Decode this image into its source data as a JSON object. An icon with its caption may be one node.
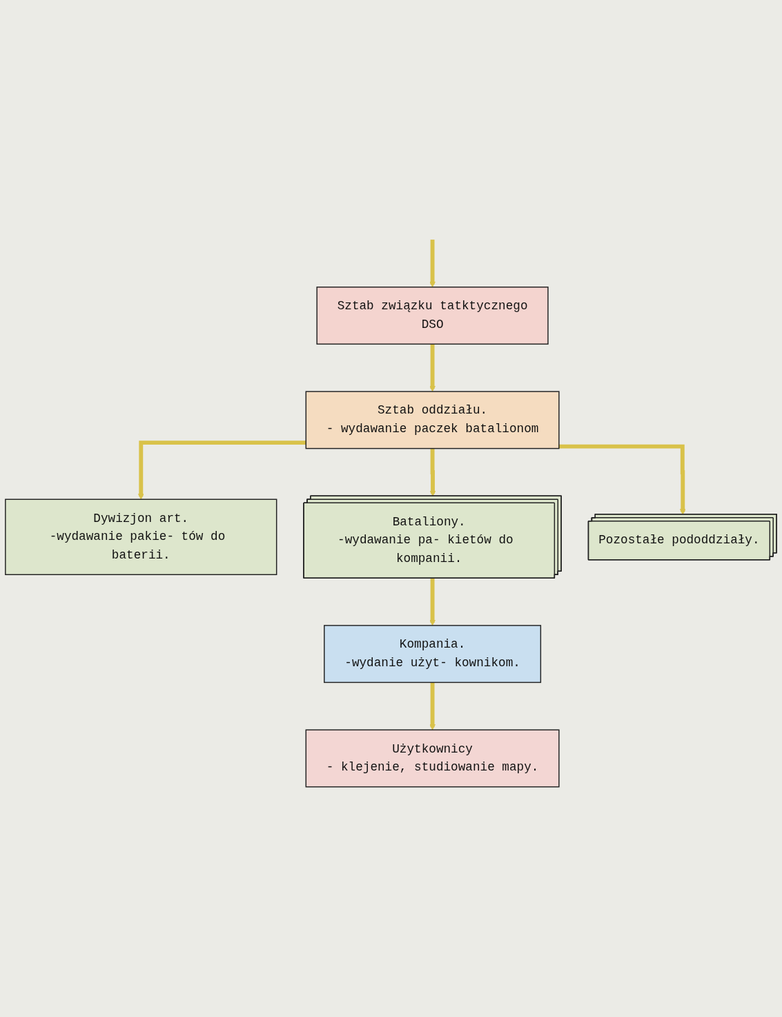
{
  "diagram": {
    "nodes": [
      {
        "text": [
          "Sztab związku tatktycznego",
          "DSO"
        ]
      },
      {
        "text": [
          "Sztab oddziału.",
          "- wydawanie paczek batalionom"
        ]
      },
      {
        "text": [
          "Dywizjon art.",
          "-wydawanie pakie- tów do baterii."
        ]
      },
      {
        "text": [
          "Bataliony.",
          "-wydawanie pa- kietów do kompanii."
        ]
      },
      {
        "text": [
          "Pozostałe pododdziały."
        ]
      },
      {
        "text": [
          "Kompania.",
          "-wydanie użyt- kownikom."
        ]
      },
      {
        "text": [
          "Użytkownicy",
          "- klejenie, studiowanie mapy."
        ]
      }
    ],
    "edges": [
      {
        "from": null,
        "to": 0,
        "arrow": "to"
      },
      {
        "from": 0,
        "to": 1,
        "arrow": "to"
      },
      {
        "from": 1,
        "to": 2,
        "arrow": "to"
      },
      {
        "from": 1,
        "to": 3,
        "arrow": "to"
      },
      {
        "from": 1,
        "to": 4,
        "arrow": "to"
      },
      {
        "from": 3,
        "to": 5,
        "arrow": "to"
      },
      {
        "from": 5,
        "to": 6,
        "arrow": "to"
      }
    ]
  }
}
